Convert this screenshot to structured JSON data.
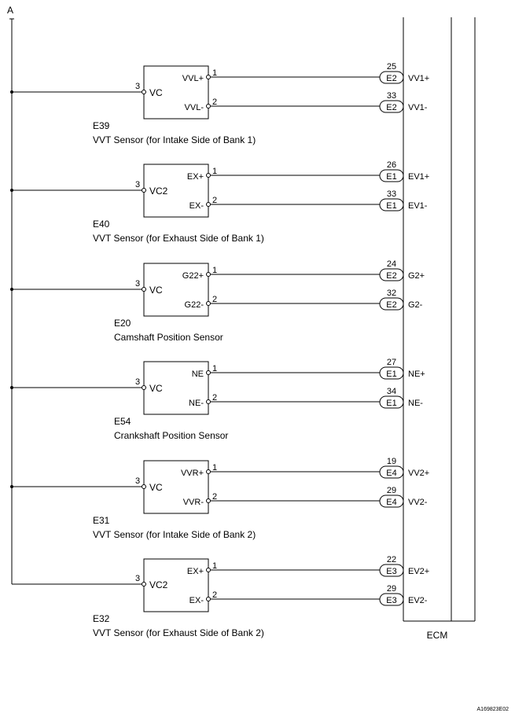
{
  "bus_label": "A",
  "ecm_label": "ECM",
  "figure_id": "A169823E02",
  "sensors": [
    {
      "code": "E39",
      "name": "VVT Sensor (for Intake Side of Bank 1)",
      "vc_label": "VC",
      "vc_pin": "3",
      "pins": [
        {
          "label": "VVL+",
          "pin": "1",
          "connector": "E2",
          "ecm_pin": "25",
          "ecm_label": "VV1+"
        },
        {
          "label": "VVL-",
          "pin": "2",
          "connector": "E2",
          "ecm_pin": "33",
          "ecm_label": "VV1-"
        }
      ]
    },
    {
      "code": "E40",
      "name": "VVT Sensor (for Exhaust Side of Bank 1)",
      "vc_label": "VC2",
      "vc_pin": "3",
      "pins": [
        {
          "label": "EX+",
          "pin": "1",
          "connector": "E1",
          "ecm_pin": "26",
          "ecm_label": "EV1+"
        },
        {
          "label": "EX-",
          "pin": "2",
          "connector": "E1",
          "ecm_pin": "33",
          "ecm_label": "EV1-"
        }
      ]
    },
    {
      "code": "E20",
      "name": "Camshaft Position Sensor",
      "vc_label": "VC",
      "vc_pin": "3",
      "pins": [
        {
          "label": "G22+",
          "pin": "1",
          "connector": "E2",
          "ecm_pin": "24",
          "ecm_label": "G2+"
        },
        {
          "label": "G22-",
          "pin": "2",
          "connector": "E2",
          "ecm_pin": "32",
          "ecm_label": "G2-"
        }
      ]
    },
    {
      "code": "E54",
      "name": "Crankshaft Position Sensor",
      "vc_label": "VC",
      "vc_pin": "3",
      "pins": [
        {
          "label": "NE",
          "pin": "1",
          "connector": "E1",
          "ecm_pin": "27",
          "ecm_label": "NE+"
        },
        {
          "label": "NE-",
          "pin": "2",
          "connector": "E1",
          "ecm_pin": "34",
          "ecm_label": "NE-"
        }
      ]
    },
    {
      "code": "E31",
      "name": "VVT Sensor (for Intake Side of Bank 2)",
      "vc_label": "VC",
      "vc_pin": "3",
      "pins": [
        {
          "label": "VVR+",
          "pin": "1",
          "connector": "E4",
          "ecm_pin": "19",
          "ecm_label": "VV2+"
        },
        {
          "label": "VVR-",
          "pin": "2",
          "connector": "E4",
          "ecm_pin": "29",
          "ecm_label": "VV2-"
        }
      ]
    },
    {
      "code": "E32",
      "name": "VVT Sensor (for Exhaust Side of Bank 2)",
      "vc_label": "VC2",
      "vc_pin": "3",
      "pins": [
        {
          "label": "EX+",
          "pin": "1",
          "connector": "E3",
          "ecm_pin": "22",
          "ecm_label": "EV2+"
        },
        {
          "label": "EX-",
          "pin": "2",
          "connector": "E3",
          "ecm_pin": "29",
          "ecm_label": "EV2-"
        }
      ]
    }
  ]
}
